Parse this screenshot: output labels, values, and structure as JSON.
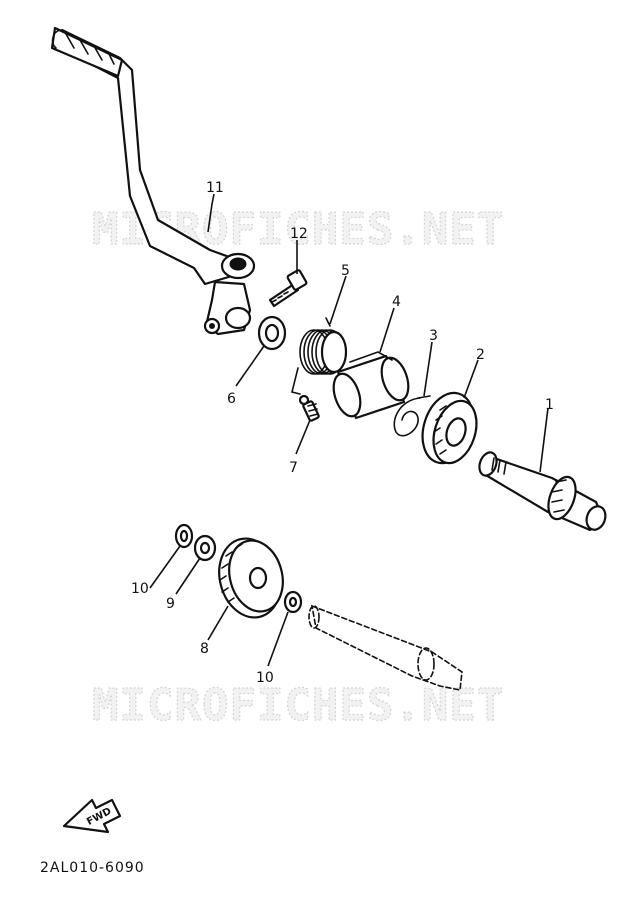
{
  "watermark": "MICROFICHES.NET",
  "fwd_label": "FWD",
  "diagram_code": "2AL010-6090",
  "callouts": {
    "c1": "1",
    "c2": "2",
    "c3": "3",
    "c4": "4",
    "c5": "5",
    "c6": "6",
    "c7": "7",
    "c8": "8",
    "c9": "9",
    "c10a": "10",
    "c10b": "10",
    "c11": "11",
    "c12": "12"
  }
}
